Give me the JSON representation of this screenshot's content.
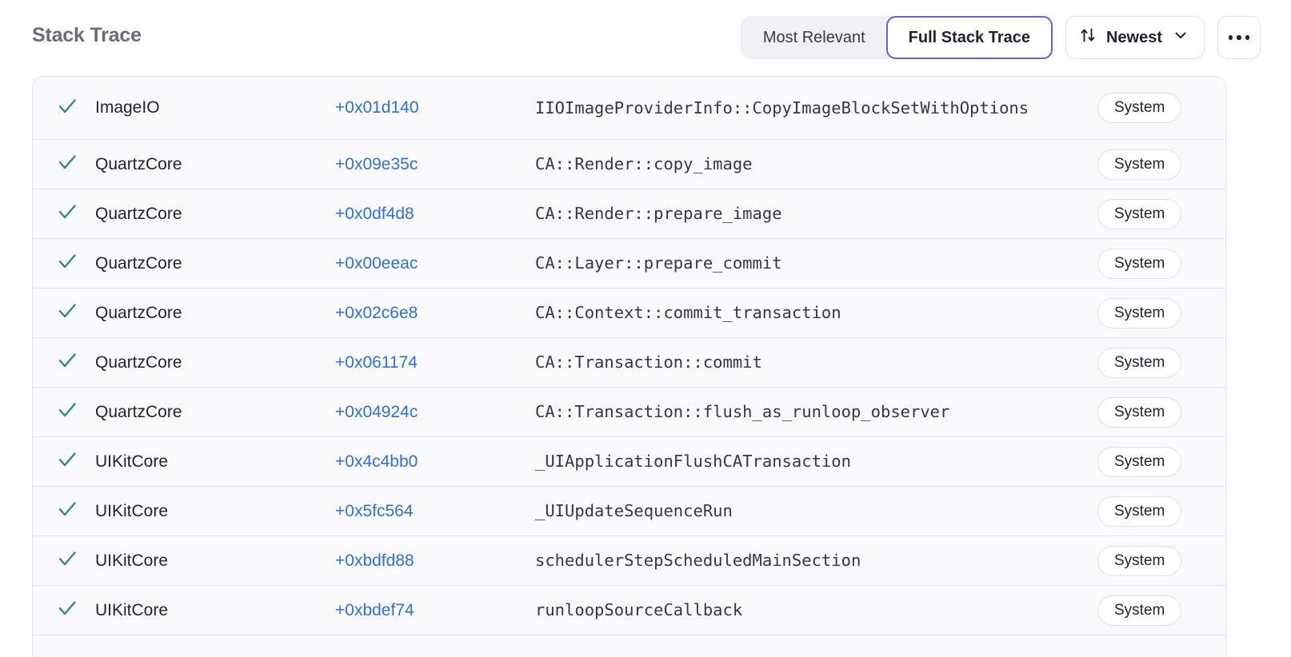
{
  "header": {
    "title": "Stack Trace",
    "segmented": {
      "options": [
        {
          "label": "Most Relevant",
          "selected": false
        },
        {
          "label": "Full Stack Trace",
          "selected": true
        }
      ]
    },
    "sort": {
      "label": "Newest",
      "icon": "sort-arrows-icon",
      "chevron": "chevron-down-icon"
    },
    "more": {
      "icon": "ellipsis-icon",
      "label": "..."
    }
  },
  "colors": {
    "accent_purple": "#6d5ce0",
    "link_blue": "#2f6fe4",
    "check_green": "#2e8b6b",
    "title_gray": "#6d6a80",
    "row_bg": "#fafafc",
    "divider": "#e5e4ee"
  },
  "table": {
    "rows": [
      {
        "status": "checked",
        "binary": "ImageIO",
        "offset": "+0x01d140",
        "function": "IIOImageProviderInfo::CopyImageBlockSetWithOptions",
        "badge": "System",
        "tall": true
      },
      {
        "status": "checked",
        "binary": "QuartzCore",
        "offset": "+0x09e35c",
        "function": "CA::Render::copy_image",
        "badge": "System",
        "tall": false
      },
      {
        "status": "checked",
        "binary": "QuartzCore",
        "offset": "+0x0df4d8",
        "function": "CA::Render::prepare_image",
        "badge": "System",
        "tall": false
      },
      {
        "status": "checked",
        "binary": "QuartzCore",
        "offset": "+0x00eeac",
        "function": "CA::Layer::prepare_commit",
        "badge": "System",
        "tall": false
      },
      {
        "status": "checked",
        "binary": "QuartzCore",
        "offset": "+0x02c6e8",
        "function": "CA::Context::commit_transaction",
        "badge": "System",
        "tall": false
      },
      {
        "status": "checked",
        "binary": "QuartzCore",
        "offset": "+0x061174",
        "function": "CA::Transaction::commit",
        "badge": "System",
        "tall": false
      },
      {
        "status": "checked",
        "binary": "QuartzCore",
        "offset": "+0x04924c",
        "function": "CA::Transaction::flush_as_runloop_observer",
        "badge": "System",
        "tall": false
      },
      {
        "status": "checked",
        "binary": "UIKitCore",
        "offset": "+0x4c4bb0",
        "function": "_UIApplicationFlushCATransaction",
        "badge": "System",
        "tall": false
      },
      {
        "status": "checked",
        "binary": "UIKitCore",
        "offset": "+0x5fc564",
        "function": "_UIUpdateSequenceRun",
        "badge": "System",
        "tall": false
      },
      {
        "status": "checked",
        "binary": "UIKitCore",
        "offset": "+0xbdfd88",
        "function": "schedulerStepScheduledMainSection",
        "badge": "System",
        "tall": false
      },
      {
        "status": "checked",
        "binary": "UIKitCore",
        "offset": "+0xbdef74",
        "function": "runloopSourceCallback",
        "badge": "System",
        "tall": false
      }
    ]
  }
}
